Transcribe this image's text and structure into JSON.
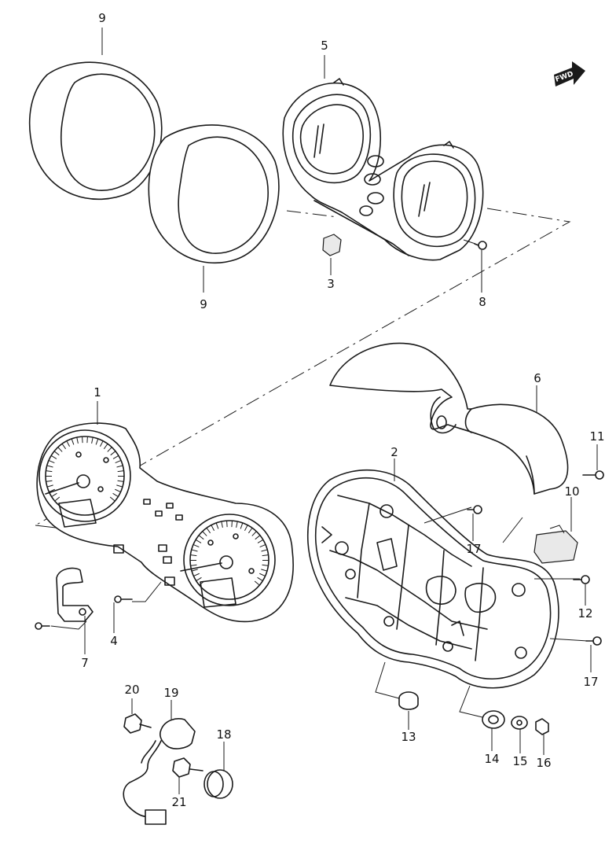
{
  "labels": {
    "p1": "1",
    "p2": "2",
    "p3": "3",
    "p4": "4",
    "p5": "5",
    "p6": "6",
    "p7": "7",
    "p8": "8",
    "p9a": "9",
    "p9b": "9",
    "p10": "10",
    "p11": "11",
    "p12": "12",
    "p13": "13",
    "p14": "14",
    "p15": "15",
    "p16": "16",
    "p17a": "17",
    "p17b": "17",
    "p18": "18",
    "p19": "19",
    "p20": "20",
    "p21": "21"
  },
  "fwd_badge": "FWD"
}
